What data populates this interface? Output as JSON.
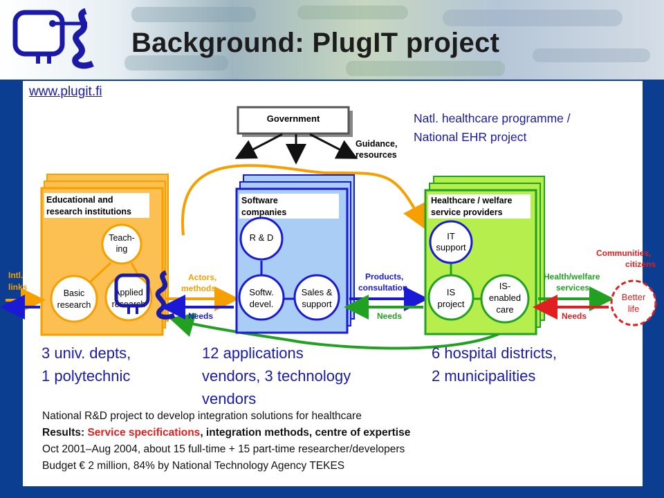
{
  "title": "Background: PlugIT project",
  "url": "www.plugit.fi",
  "government": "Government",
  "guidance": [
    "Guidance,",
    "resources"
  ],
  "programme_note": [
    "Natl. healthcare programme /",
    "National EHR project"
  ],
  "edu": {
    "title": [
      "Educational and",
      "research institutions"
    ],
    "teaching": [
      "Teach-",
      "ing"
    ],
    "basic": [
      "Basic",
      "research"
    ],
    "applied": [
      "Applied",
      "research"
    ]
  },
  "sw": {
    "title": [
      "Software",
      "companies"
    ],
    "rd": "R & D",
    "devel": [
      "Softw.",
      "devel."
    ],
    "sales": [
      "Sales &",
      "support"
    ]
  },
  "hc": {
    "title": [
      "Healthcare / welfare",
      "service providers"
    ],
    "it": [
      "IT",
      "support"
    ],
    "isproj": [
      "IS",
      "project"
    ],
    "isenabled": [
      "IS-",
      "enabled",
      "care"
    ]
  },
  "flows": {
    "intl": [
      "Intl.",
      "links"
    ],
    "actors": [
      "Actors,",
      "methods"
    ],
    "needs": "Needs",
    "products": [
      "Products,",
      "consultation"
    ],
    "health_services": [
      "Health/welfare",
      "services"
    ],
    "communities": [
      "Communities,",
      "citizens"
    ],
    "better_life": [
      "Better",
      "life"
    ]
  },
  "counts": {
    "univ": [
      "3 univ. depts,",
      "1 polytechnic"
    ],
    "vendors": [
      "12 applications",
      "vendors, 3 technology",
      "vendors"
    ],
    "hospitals": [
      "6 hospital districts,",
      "2 municipalities"
    ]
  },
  "info": {
    "line1": "National R&D project to develop integration solutions for healthcare",
    "results_label": "Results: ",
    "results_highlight": "Service specifications",
    "results_rest": ", integration methods, centre of expertise",
    "line3": "Oct 2001–Aug 2004, about 15 full-time + 15 part-time researcher/developers",
    "line4": "Budget € 2 million, 84% by National Technology Agency TEKES"
  },
  "colors": {
    "orange": "#f5a000",
    "blue": "#1a1ad6",
    "green": "#22a022",
    "red": "#e02020",
    "accent_text": "#1a1aa6"
  }
}
